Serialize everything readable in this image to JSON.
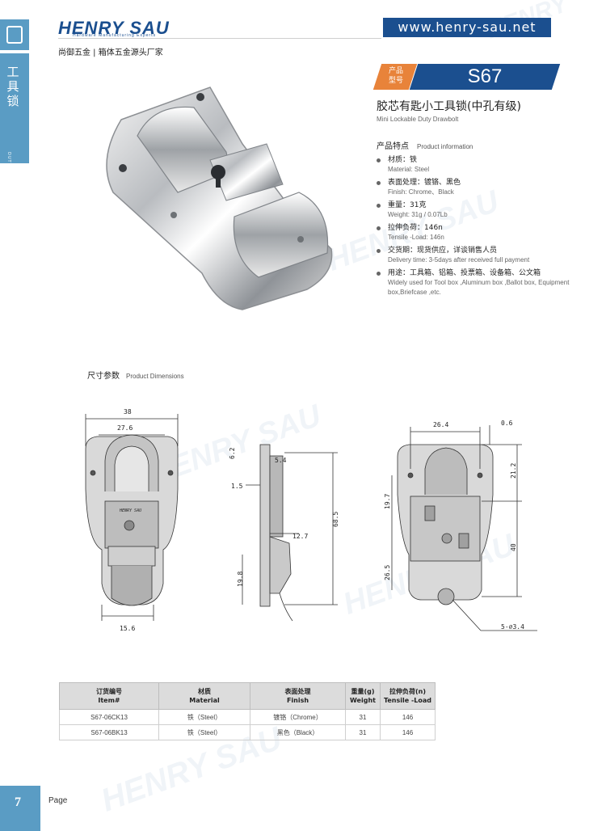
{
  "header": {
    "logo_text": "HENRY SAU",
    "logo_sub": "Hardware Manufacturing Experts",
    "tagline": "尚御五金 | 箱体五金源头厂家",
    "url": "www.henry-sau.net"
  },
  "side_tab": {
    "label_cn": "工具锁",
    "label_en": "DUTY DRAWBOLT"
  },
  "product": {
    "badge_label": "产品\n型号",
    "model": "S67",
    "title_cn": "胶芯有匙小工具锁(中孔有级)",
    "title_en": "Mini Lockable Duty Drawbolt"
  },
  "features": {
    "heading_cn": "产品特点",
    "heading_en": "Product information",
    "items": [
      {
        "cn": "材质：铁",
        "en": "Material: Steel"
      },
      {
        "cn": "表面处理：镀铬、黑色",
        "en": "Finish: Chrome、Black"
      },
      {
        "cn": "重量：31克",
        "en": "Weight: 31g / 0.07Lb"
      },
      {
        "cn": "拉伸负荷：146n",
        "en": "Tensile -Load: 146n"
      },
      {
        "cn": "交货期：现货供应，详谈销售人员",
        "en": "Delivery time: 3-5days after received full payment"
      },
      {
        "cn": "用途：工具箱、铝箱、投票箱、设备箱、公文箱",
        "en": "Widely used for Tool box ,Aluminum box ,Ballot box, Equipment box,Briefcase ,etc."
      }
    ]
  },
  "dimensions": {
    "heading_cn": "尺寸参数",
    "heading_en": "Product Dimensions",
    "labels": {
      "overall_width": "38",
      "inner_width": "27.6",
      "bottom_width": "15.6",
      "top_offset": "6.2",
      "plate_thickness": "1.5",
      "side_step": "5.4",
      "overall_height": "68.5",
      "depth": "12.7",
      "hook_height": "19.8",
      "hole_span": "26.4",
      "edge": "0.6",
      "top_height": "21.2",
      "hole_offset": "19.7",
      "lower_height": "26.5",
      "base_height": "40",
      "holes": "5-∅3.4"
    },
    "engraving": "HENRY SAU"
  },
  "table": {
    "headers": [
      {
        "cn": "订货编号",
        "en": "Item#"
      },
      {
        "cn": "材质",
        "en": "Material"
      },
      {
        "cn": "表面处理",
        "en": "Finish"
      },
      {
        "cn": "重量(g)",
        "en": "Weight"
      },
      {
        "cn": "拉伸负荷(n)",
        "en": "Tensile -Load"
      }
    ],
    "rows": [
      [
        "S67-06CK13",
        "铁（Steel）",
        "镀铬（Chrome）",
        "31",
        "146"
      ],
      [
        "S67-06BK13",
        "铁（Steel）",
        "黑色（Black）",
        "31",
        "146"
      ]
    ]
  },
  "footer": {
    "page_number": "7",
    "page_label": "Page"
  },
  "colors": {
    "brand_blue": "#1b4f8f",
    "side_blue": "#5a9cc4",
    "badge_orange": "#e8833a"
  }
}
